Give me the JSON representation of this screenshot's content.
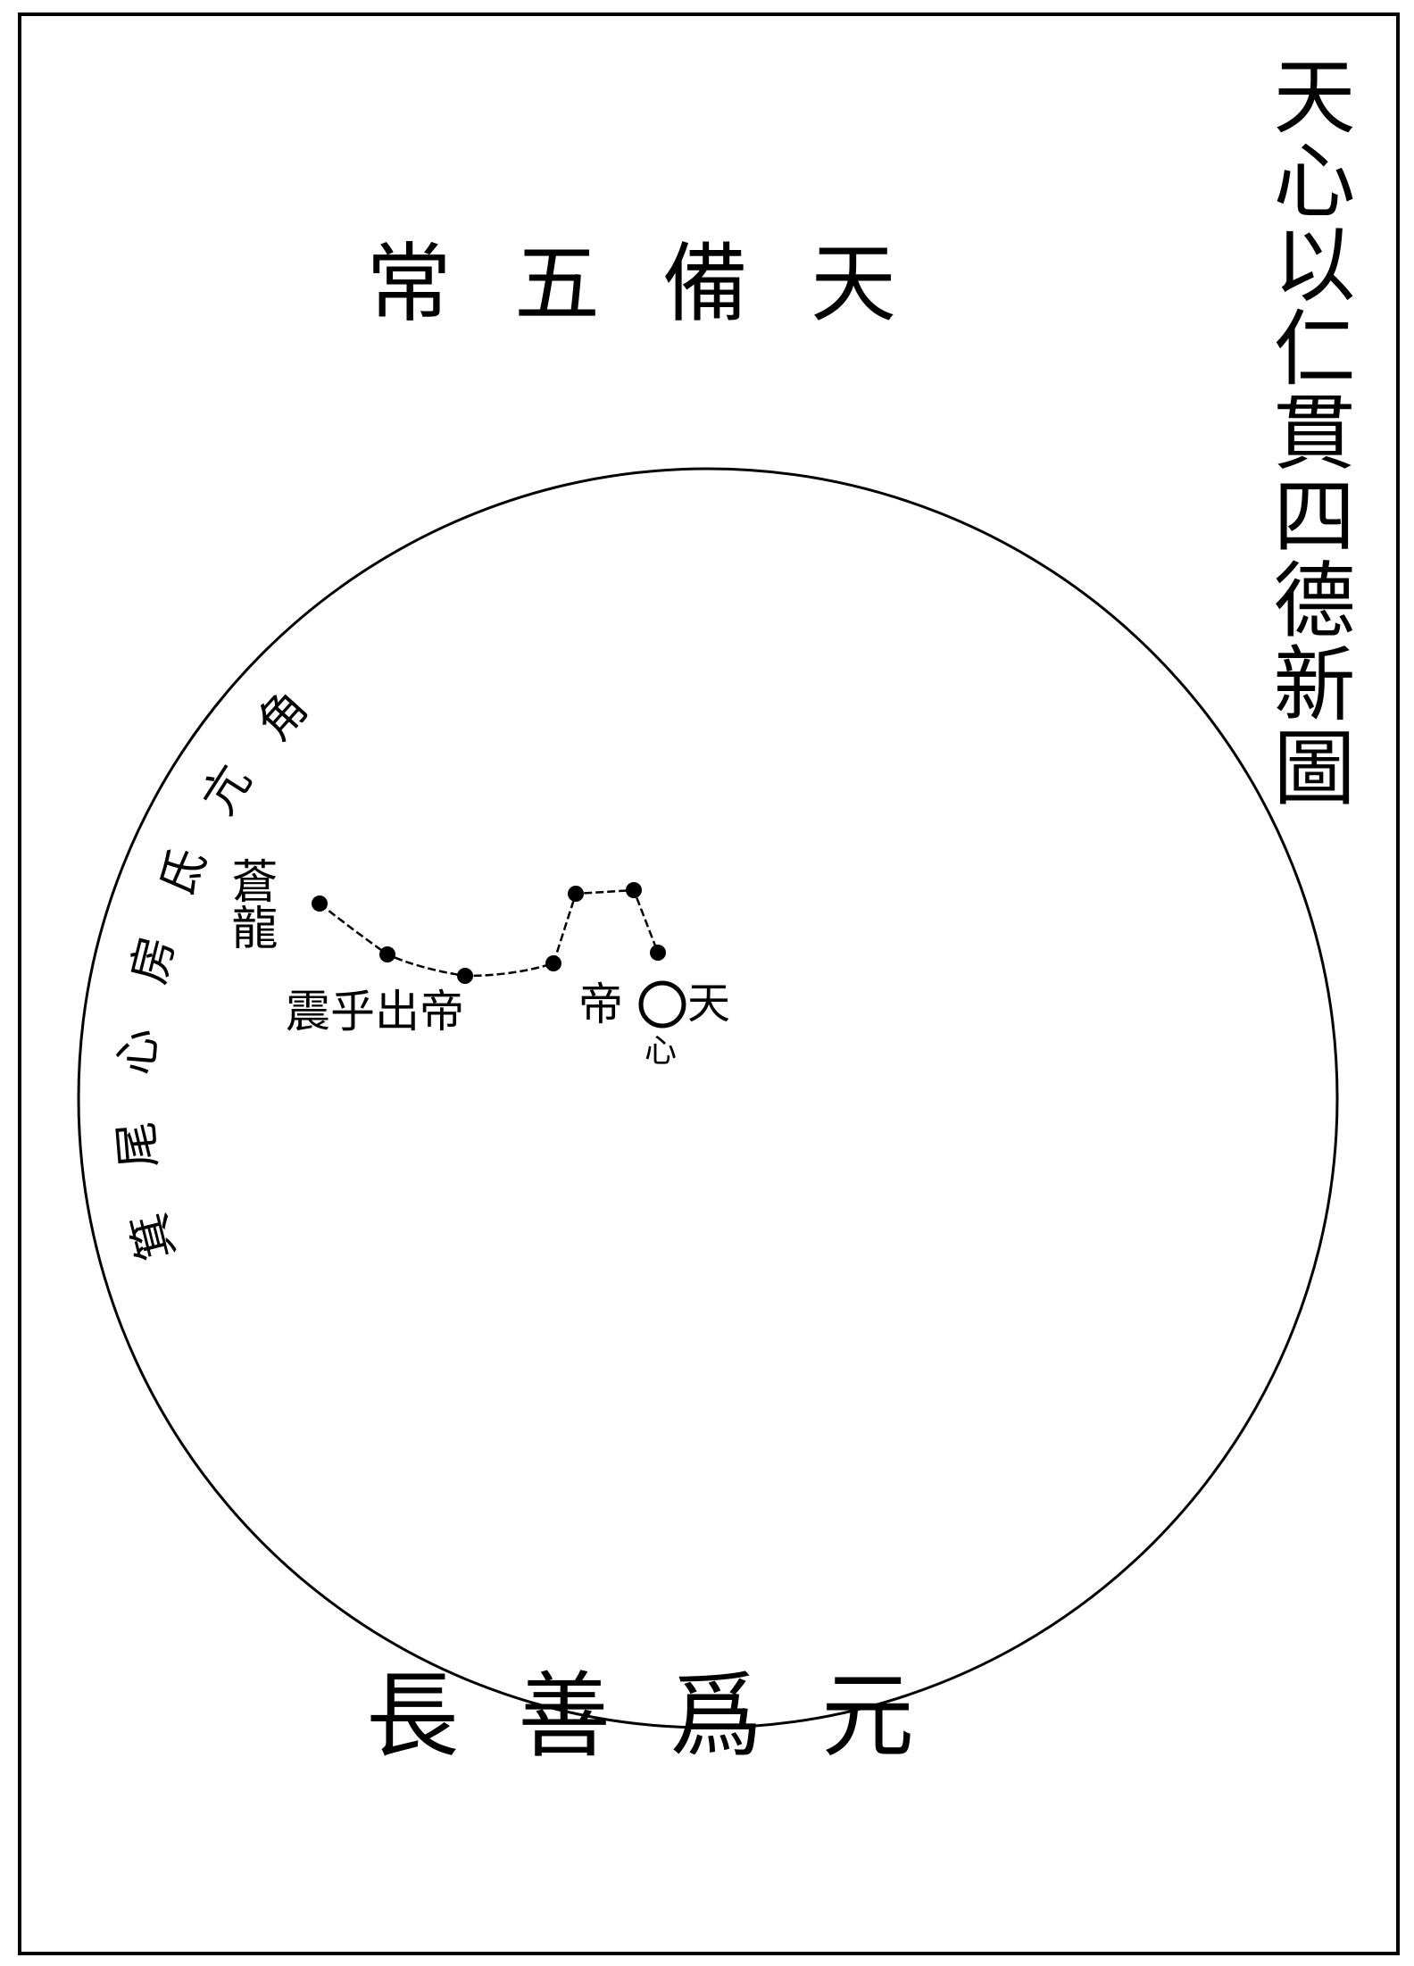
{
  "title": "天心以仁貫四德新圖",
  "top_phrase": "常五備天",
  "bottom_phrase": "長善爲元",
  "inner_labels": {
    "zhen_chu": "震乎出帝",
    "di": "帝",
    "tian": "天",
    "xin": "心",
    "canglong": "蒼龍"
  },
  "arc_lunar_mansions": [
    "箕",
    "尾",
    "心",
    "房",
    "氐",
    "亢",
    "角"
  ],
  "colors": {
    "ink": "#000000",
    "paper": "#ffffff"
  }
}
